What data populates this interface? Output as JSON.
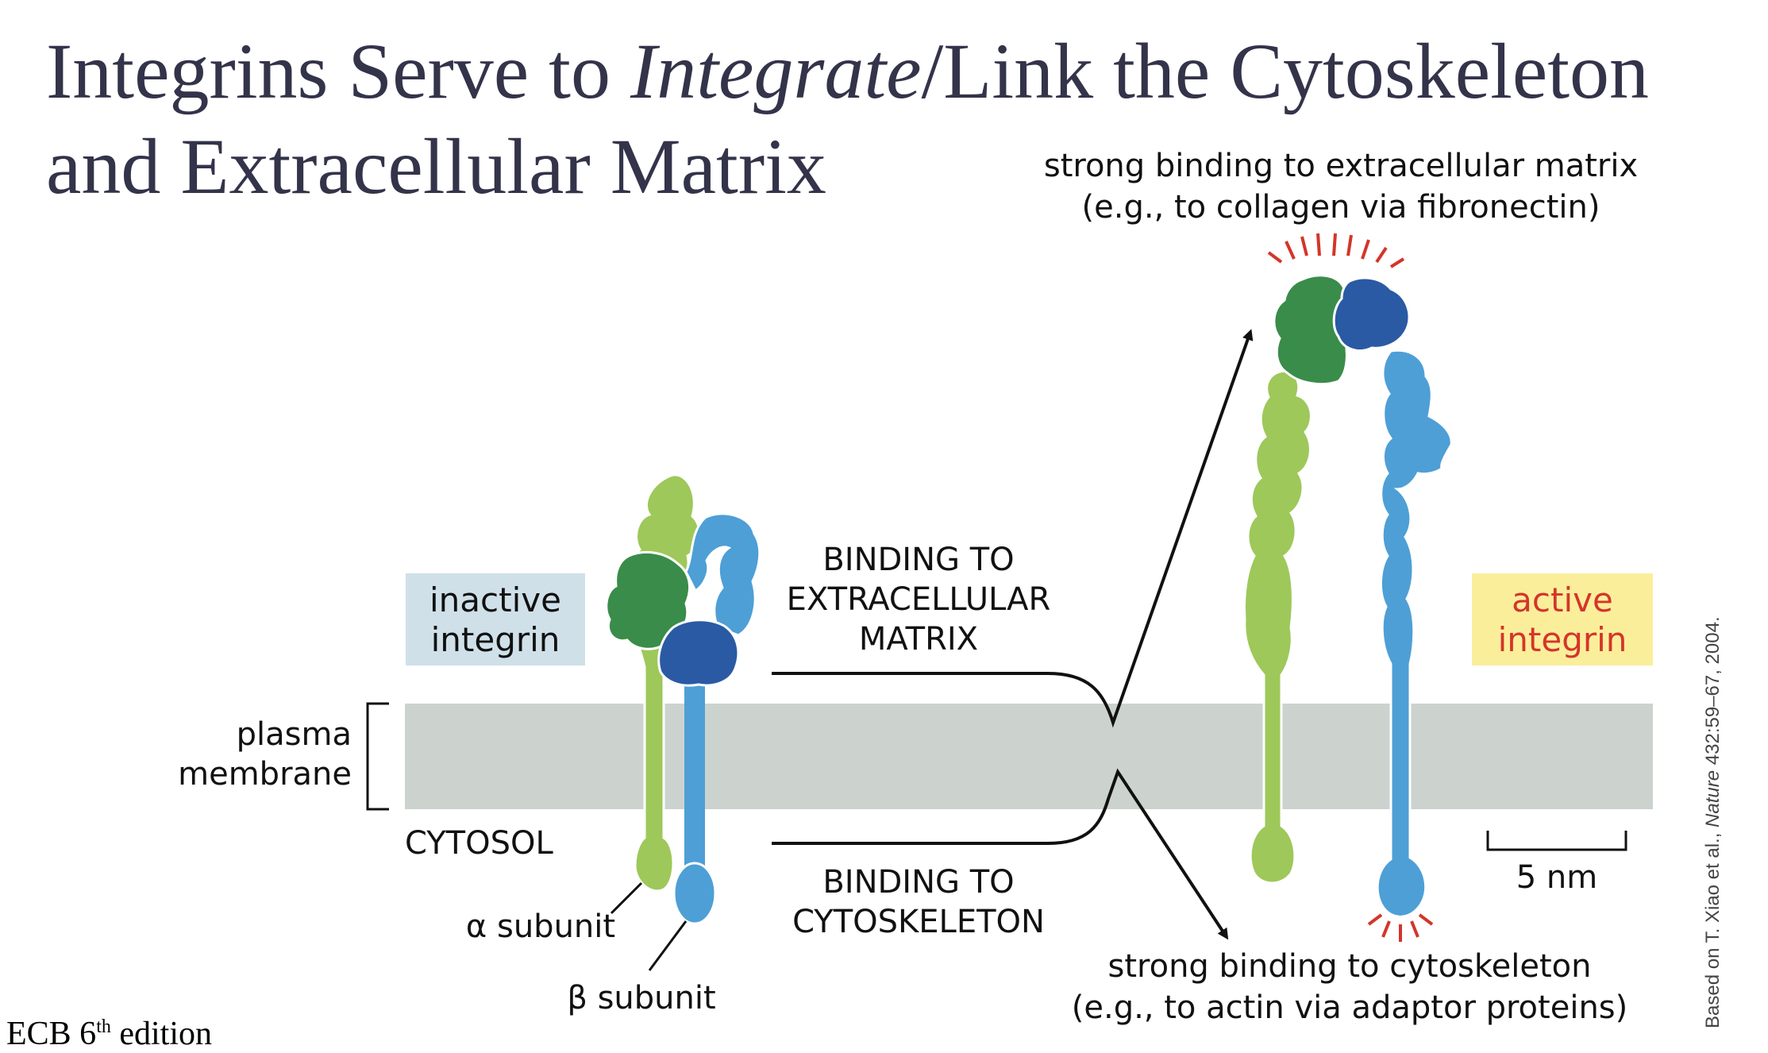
{
  "title": {
    "line1_pre": "Integrins Serve to ",
    "line1_italic": "Integrate",
    "line1_post": "/Link the Cytoskeleton",
    "line2": "and Extracellular Matrix"
  },
  "labels": {
    "ecm_top_line1": "strong binding to extracellular matrix",
    "ecm_top_line2": "(e.g., to collagen via fibronectin)",
    "inactive_line1": "inactive",
    "inactive_line2": "integrin",
    "active_line1": "active",
    "active_line2": "integrin",
    "plasma_line1": "plasma",
    "plasma_line2": "membrane",
    "cytosol": "CYTOSOL",
    "binding_ecm_line1": "BINDING TO",
    "binding_ecm_line2": "EXTRACELLULAR",
    "binding_ecm_line3": "MATRIX",
    "binding_cyto_line1": "BINDING TO",
    "binding_cyto_line2": "CYTOSKELETON",
    "alpha_subunit": "α subunit",
    "beta_subunit": "β subunit",
    "scale": "5 nm",
    "cyto_bottom_line1": "strong binding to cytoskeleton",
    "cyto_bottom_line2": "(e.g., to actin via adaptor proteins)"
  },
  "credit": {
    "pre": "Based on T. Xiao et al., ",
    "journal": "Nature",
    "post": " 432:59–67, 2004."
  },
  "footer": {
    "pre": "",
    "ed_pre": "ECB 6",
    "ed_sup": "th",
    "ed_post": " edition"
  },
  "colors": {
    "title": "#33334a",
    "membrane": "#ccd3cf",
    "alpha_light": "#9ec85a",
    "alpha_dark": "#3a8c4a",
    "beta_light": "#4e9fd6",
    "beta_dark": "#2a5aa4",
    "inactive_box": "#cfe0e8",
    "active_box": "#fbee9b",
    "active_text": "#d4352a",
    "spark": "#d4352a"
  },
  "icons": {
    "alpha_subunit": "alpha-subunit-shape",
    "beta_subunit": "beta-subunit-shape",
    "arrow": "arrow-head"
  }
}
